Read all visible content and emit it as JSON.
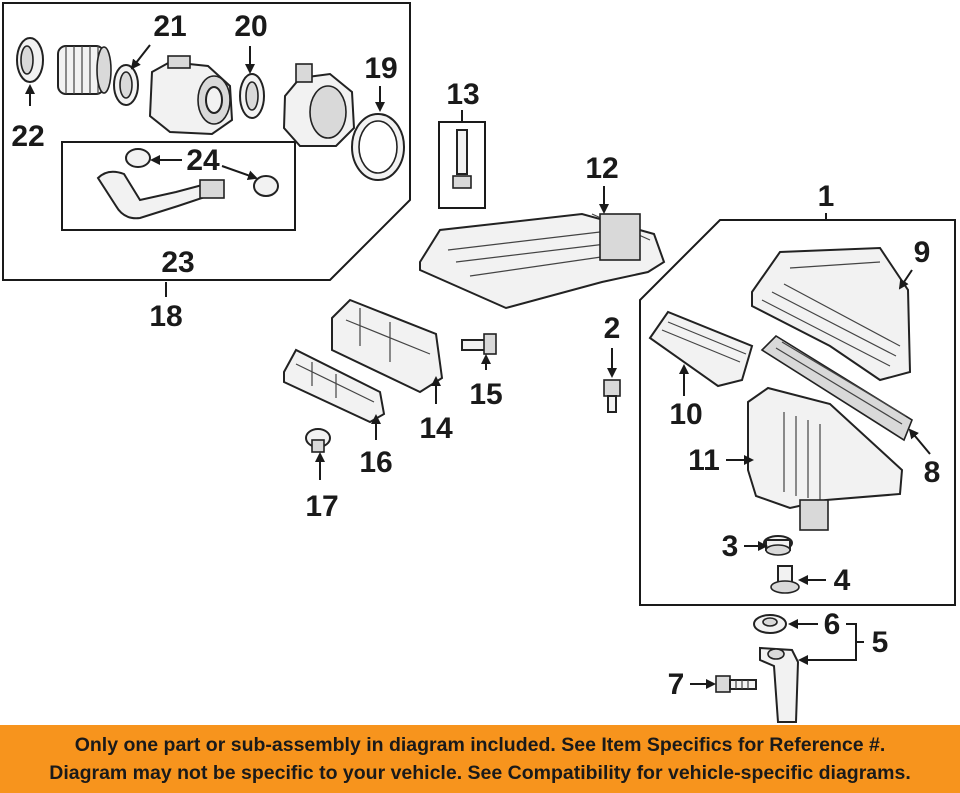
{
  "callouts": {
    "c1": "1",
    "c2": "2",
    "c3": "3",
    "c4": "4",
    "c5": "5",
    "c6": "6",
    "c7": "7",
    "c8": "8",
    "c9": "9",
    "c10": "10",
    "c11": "11",
    "c12": "12",
    "c13": "13",
    "c14": "14",
    "c15": "15",
    "c16": "16",
    "c17": "17",
    "c18": "18",
    "c19": "19",
    "c20": "20",
    "c21": "21",
    "c22": "22",
    "c23": "23",
    "c24": "24"
  },
  "footer": {
    "line1": "Only one part or sub-assembly in diagram included. See Item Specifics for Reference #.",
    "line2": "Diagram may not be specific to your vehicle. See Compatibility for vehicle-specific diagrams."
  },
  "colors": {
    "banner": "#f7941d",
    "ink": "#1a1a1a"
  }
}
